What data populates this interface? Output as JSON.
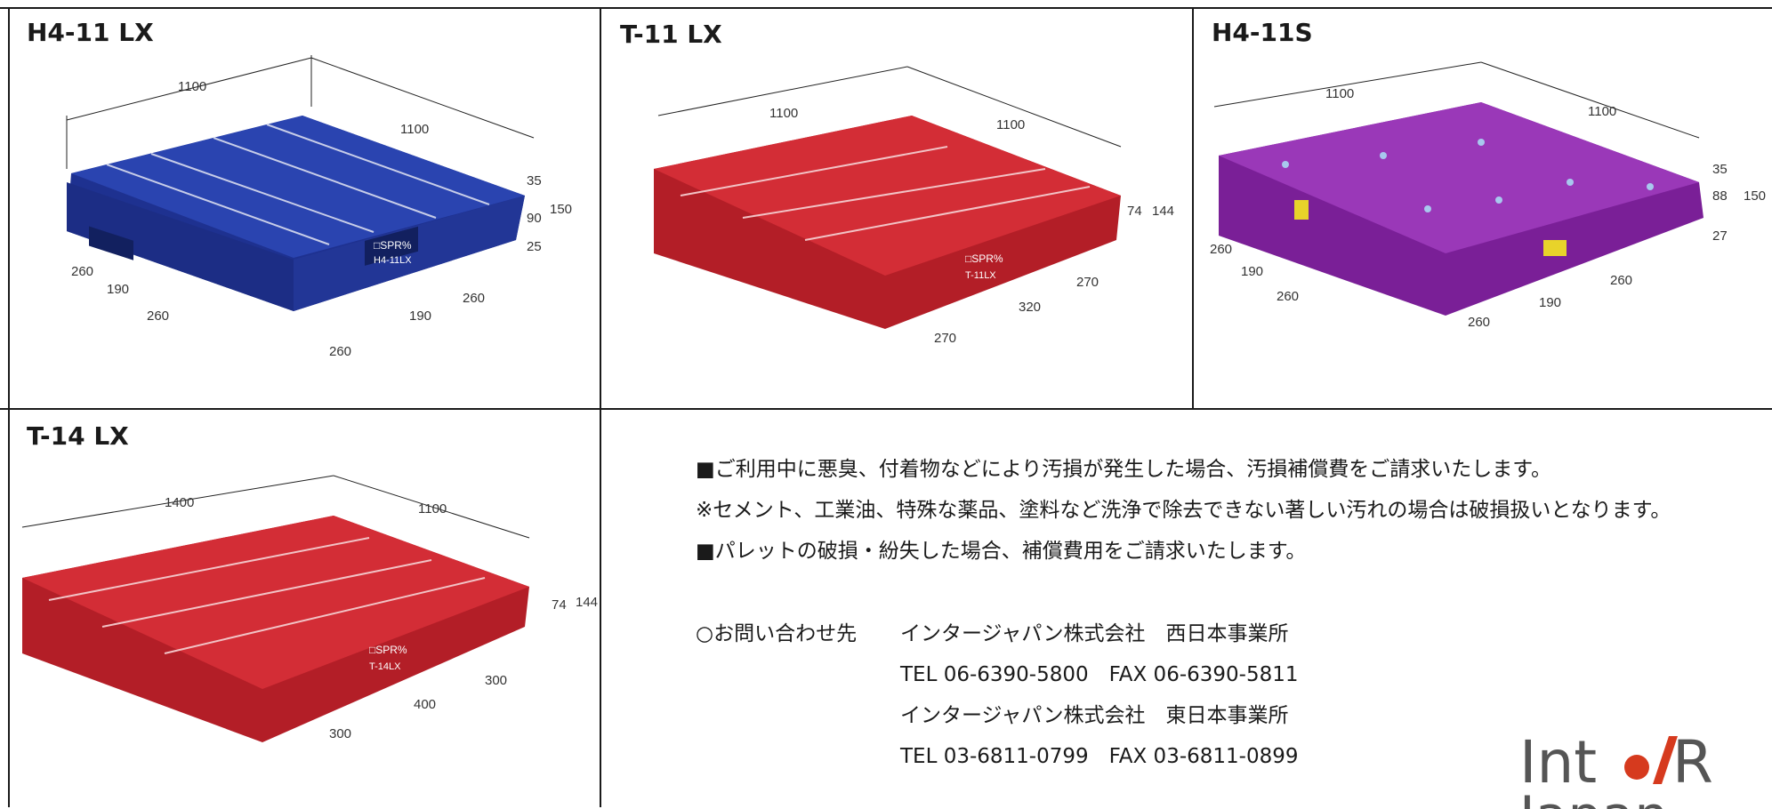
{
  "cells": {
    "h4_11lx": {
      "title": "H4-11 LX",
      "dims": [
        "1100",
        "1100",
        "35",
        "150",
        "90",
        "25",
        "260",
        "190",
        "260",
        "260",
        "190",
        "260"
      ],
      "brand": "□SPR%",
      "model": "H4-11LX",
      "color": "#2a3fa0"
    },
    "t_11lx": {
      "title": "T-11 LX",
      "dims": [
        "1100",
        "1100",
        "74",
        "144",
        "270",
        "320",
        "270"
      ],
      "brand": "□SPR%",
      "model": "T-11LX",
      "color": "#c8262e"
    },
    "h4_11s": {
      "title": "H4-11S",
      "dims": [
        "1100",
        "1100",
        "35",
        "88",
        "150",
        "27",
        "260",
        "190",
        "260",
        "260",
        "190",
        "260"
      ],
      "color": "#8a2aa8"
    },
    "t_14lx": {
      "title": "T-14 LX",
      "dims": [
        "1400",
        "1100",
        "74",
        "144",
        "300",
        "400",
        "300"
      ],
      "brand": "□SPR%",
      "model": "T-14LX",
      "color": "#c8262e"
    }
  },
  "notes": [
    "■ご利用中に悪臭、付着物などにより汚損が発生した場合、汚損補償費をご請求いたします。",
    "※セメント、工業油、特殊な薬品、塗料など洗浄で除去できない著しい汚れの場合は破損扱いとなります。",
    "■パレットの破損・紛失した場合、補償費用をご請求いたします。"
  ],
  "contact": {
    "label": "○お問い合わせ先",
    "lines": [
      "インタージャパン株式会社　西日本事業所",
      "TEL 06-6390-5800　FAX 06-6390-5811",
      "インタージャパン株式会社　東日本事業所",
      "TEL 03-6811-0799　FAX 03-6811-0899"
    ]
  },
  "logo": {
    "line1": "Int",
    "line2": "R",
    "line3": "Japan",
    "dot_color": "#d63a1e",
    "gray": "#555555"
  }
}
